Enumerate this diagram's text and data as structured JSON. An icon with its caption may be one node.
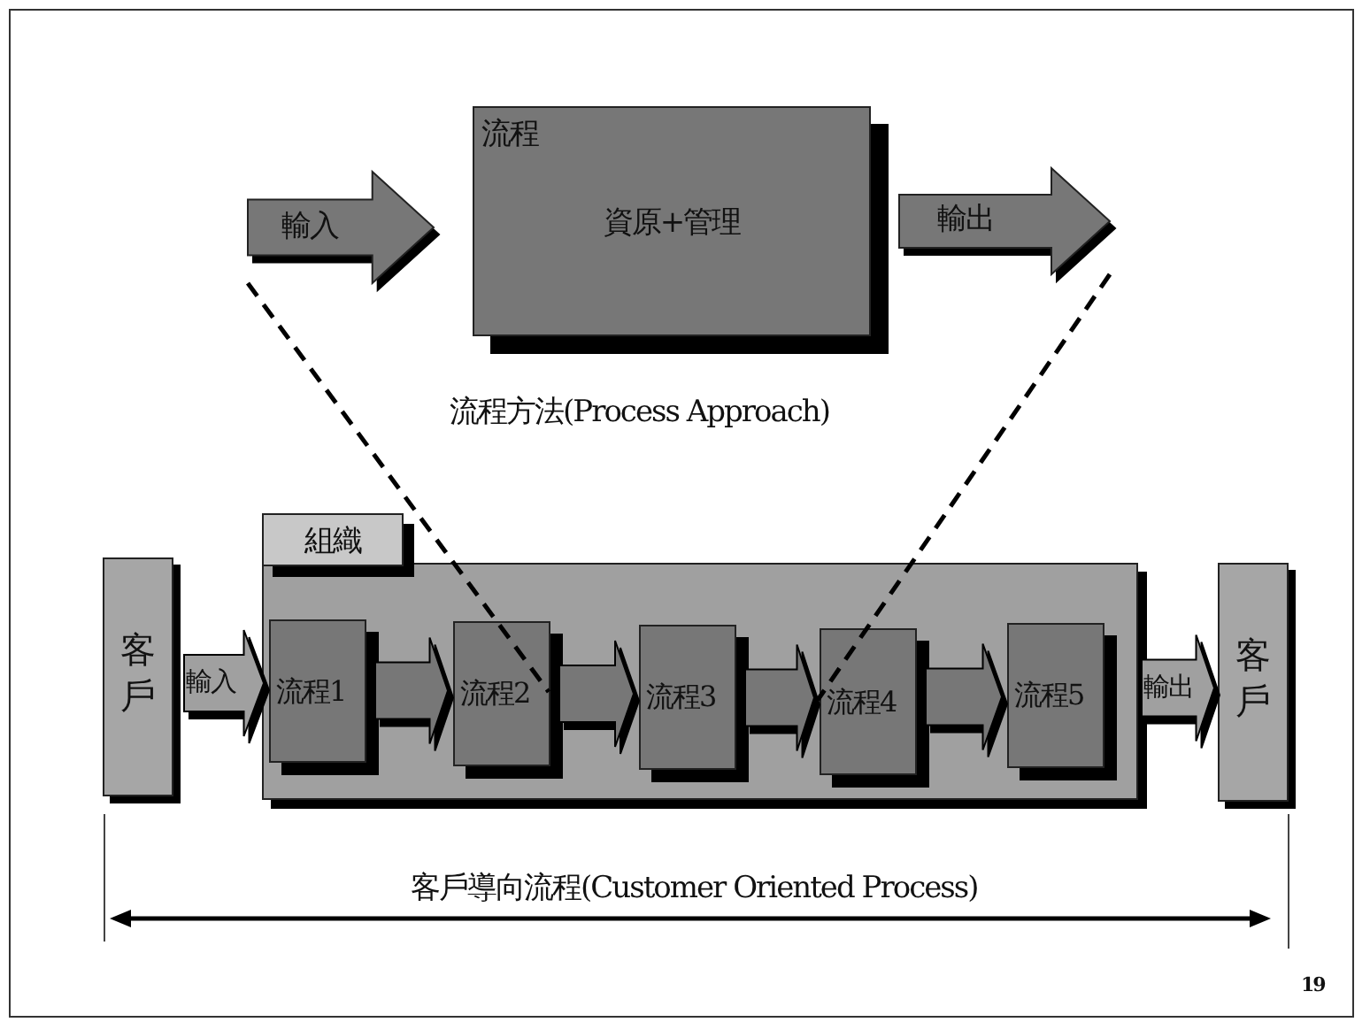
{
  "diagram": {
    "nodes": [
      {
        "text": [
          "流程",
          "資原+管理"
        ],
        "beside": [
          "流程方法(Process Approach)"
        ]
      },
      {
        "text": [
          "輸入"
        ]
      },
      {
        "text": [
          "輸出"
        ]
      },
      {
        "text": [
          "客戶"
        ]
      },
      {
        "text": [
          "組織"
        ]
      },
      {
        "text": [
          "流程1"
        ],
        "in": 4
      },
      {
        "text": [
          "流程2"
        ],
        "in": 4
      },
      {
        "text": [
          "流程3"
        ],
        "in": 4
      },
      {
        "text": [
          "流程4"
        ],
        "in": 4
      },
      {
        "text": [
          "流程5"
        ],
        "in": 4
      },
      {
        "text": [
          "客戶"
        ]
      }
    ],
    "edges": [
      {
        "from": 3,
        "to": 5,
        "arrow": "to",
        "label": "輸入"
      },
      {
        "from": 5,
        "to": 6,
        "arrow": "to"
      },
      {
        "from": 6,
        "to": 7,
        "arrow": "to"
      },
      {
        "from": 7,
        "to": 8,
        "arrow": "to"
      },
      {
        "from": 8,
        "to": 9,
        "arrow": "to"
      },
      {
        "from": 9,
        "to": 10,
        "arrow": "to",
        "label": "輸出"
      },
      {
        "from": 1,
        "to": 6,
        "arrow": "none",
        "style": "dashed"
      },
      {
        "from": 2,
        "to": 8,
        "arrow": "none",
        "style": "dashed"
      }
    ],
    "labels": [
      "客戶導向流程(Customer Oriented Process)",
      "19"
    ]
  }
}
